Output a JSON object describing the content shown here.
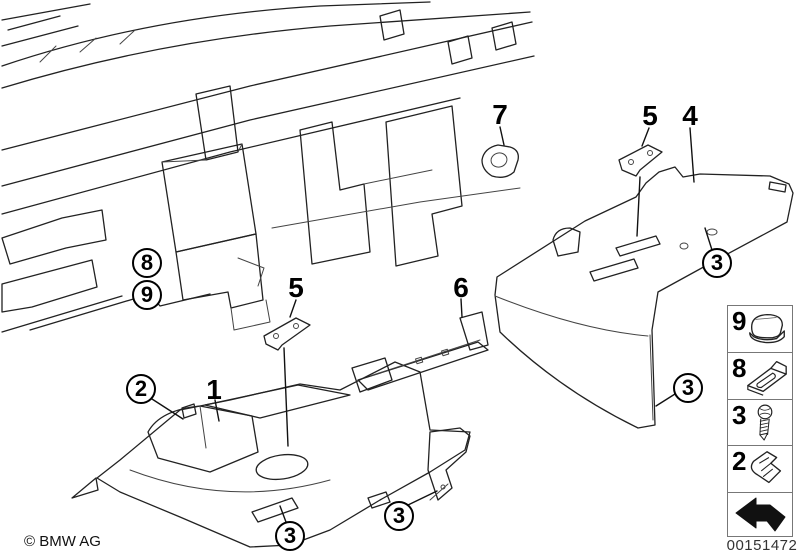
{
  "callouts": [
    {
      "label": "8",
      "style": "circled"
    },
    {
      "label": "9",
      "style": "circled"
    },
    {
      "label": "2",
      "style": "circled"
    },
    {
      "label": "1",
      "style": "plain"
    },
    {
      "label": "5",
      "style": "plain"
    },
    {
      "label": "6",
      "style": "plain"
    },
    {
      "label": "7",
      "style": "plain"
    },
    {
      "label": "5",
      "style": "plain"
    },
    {
      "label": "4",
      "style": "plain"
    },
    {
      "label": "3",
      "style": "circled"
    },
    {
      "label": "3",
      "style": "circled"
    },
    {
      "label": "3",
      "style": "circled"
    },
    {
      "label": "3",
      "style": "circled"
    }
  ],
  "legend": {
    "items": [
      {
        "number": "9",
        "icon": "expanding-rivet-icon"
      },
      {
        "number": "8",
        "icon": "clamp-bracket-icon"
      },
      {
        "number": "3",
        "icon": "screw-icon"
      },
      {
        "number": "2",
        "icon": "spring-clip-icon"
      }
    ],
    "nav_arrow_icon": "direction-arrow-icon"
  },
  "footer": {
    "copyright": "© BMW AG",
    "part_number": "00151472"
  }
}
